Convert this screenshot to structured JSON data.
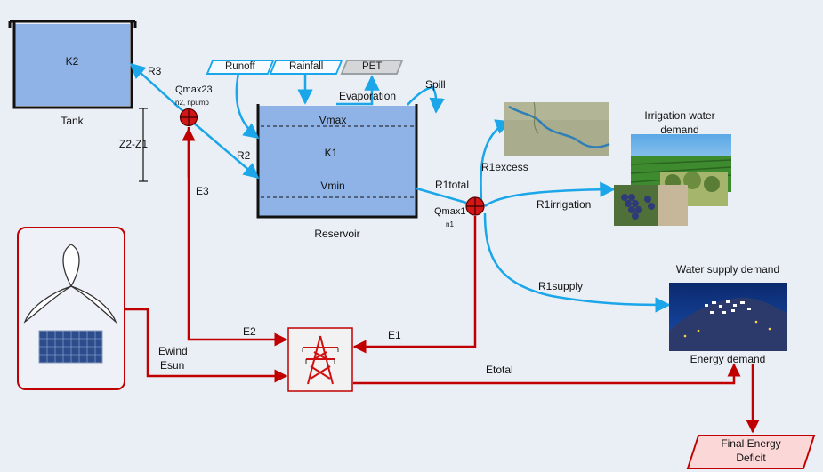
{
  "tank": {
    "label": "K2",
    "caption": "Tank"
  },
  "reservoir": {
    "label": "K1",
    "caption": "Reservoir",
    "vmax": "Vmax",
    "vmin": "Vmin"
  },
  "inputs": {
    "runoff": "Runoff",
    "rainfall": "Rainfall",
    "pet": "PET"
  },
  "flows": {
    "evaporation": "Evaporation",
    "spill": "Spill",
    "r3": "R3",
    "r2": "R2",
    "r1total": "R1total",
    "r1excess": "R1excess",
    "r1irrigation": "R1irrigation",
    "r1supply": "R1supply"
  },
  "pumps": {
    "p23_title": "Qmax23",
    "p23_sub": "n2, npump",
    "p1_title": "Qmax1",
    "p1_sub": "n1"
  },
  "head": "Z2-Z1",
  "energy": {
    "e1": "E1",
    "e2": "E2",
    "e3": "E3",
    "ewind": "Ewind",
    "esun": "Esun",
    "etotal": "Etotal"
  },
  "demands": {
    "irrigation": "Irrigation water demand",
    "water_supply": "Water supply demand",
    "energy": "Energy demand",
    "final_deficit_line1": "Final Energy",
    "final_deficit_line2": "Deficit"
  },
  "colors": {
    "water": "#1aa6e8",
    "energy": "#c00000",
    "tank_fill": "#8fb3e6",
    "background": "#eaeff6"
  }
}
